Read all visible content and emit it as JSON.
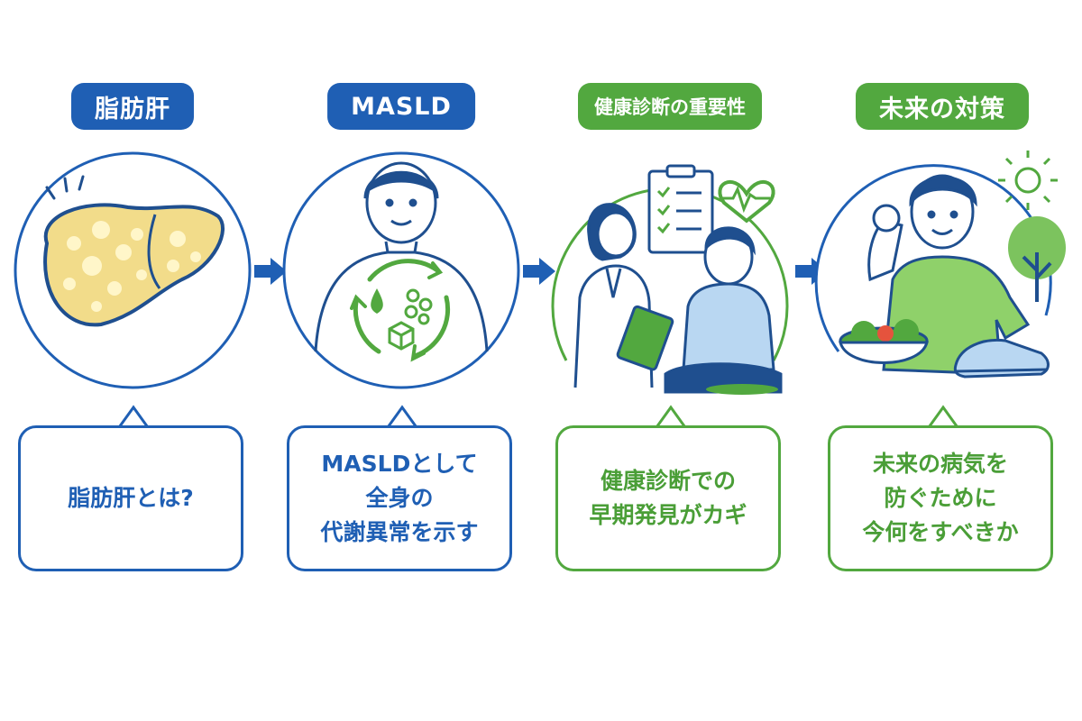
{
  "panels": [
    {
      "title": "脂肪肝",
      "text": "脂肪肝とは?",
      "theme": "blue"
    },
    {
      "title": "MASLD",
      "text": "MASLDとして\n全身の\n代謝異常を示す",
      "theme": "blue"
    },
    {
      "title": "健康診断の重要性",
      "text": "健康診断での\n早期発見がカギ",
      "theme": "green"
    },
    {
      "title": "未来の対策",
      "text": "未来の病気を\n防ぐために\n今何をすべきか",
      "theme": "green"
    }
  ],
  "colors": {
    "blue": "#1f5fb4",
    "green": "#52a83f",
    "liver": "#f2dc8a",
    "shirt": "#8fd16a",
    "patient_shirt": "#b9d7f2"
  }
}
